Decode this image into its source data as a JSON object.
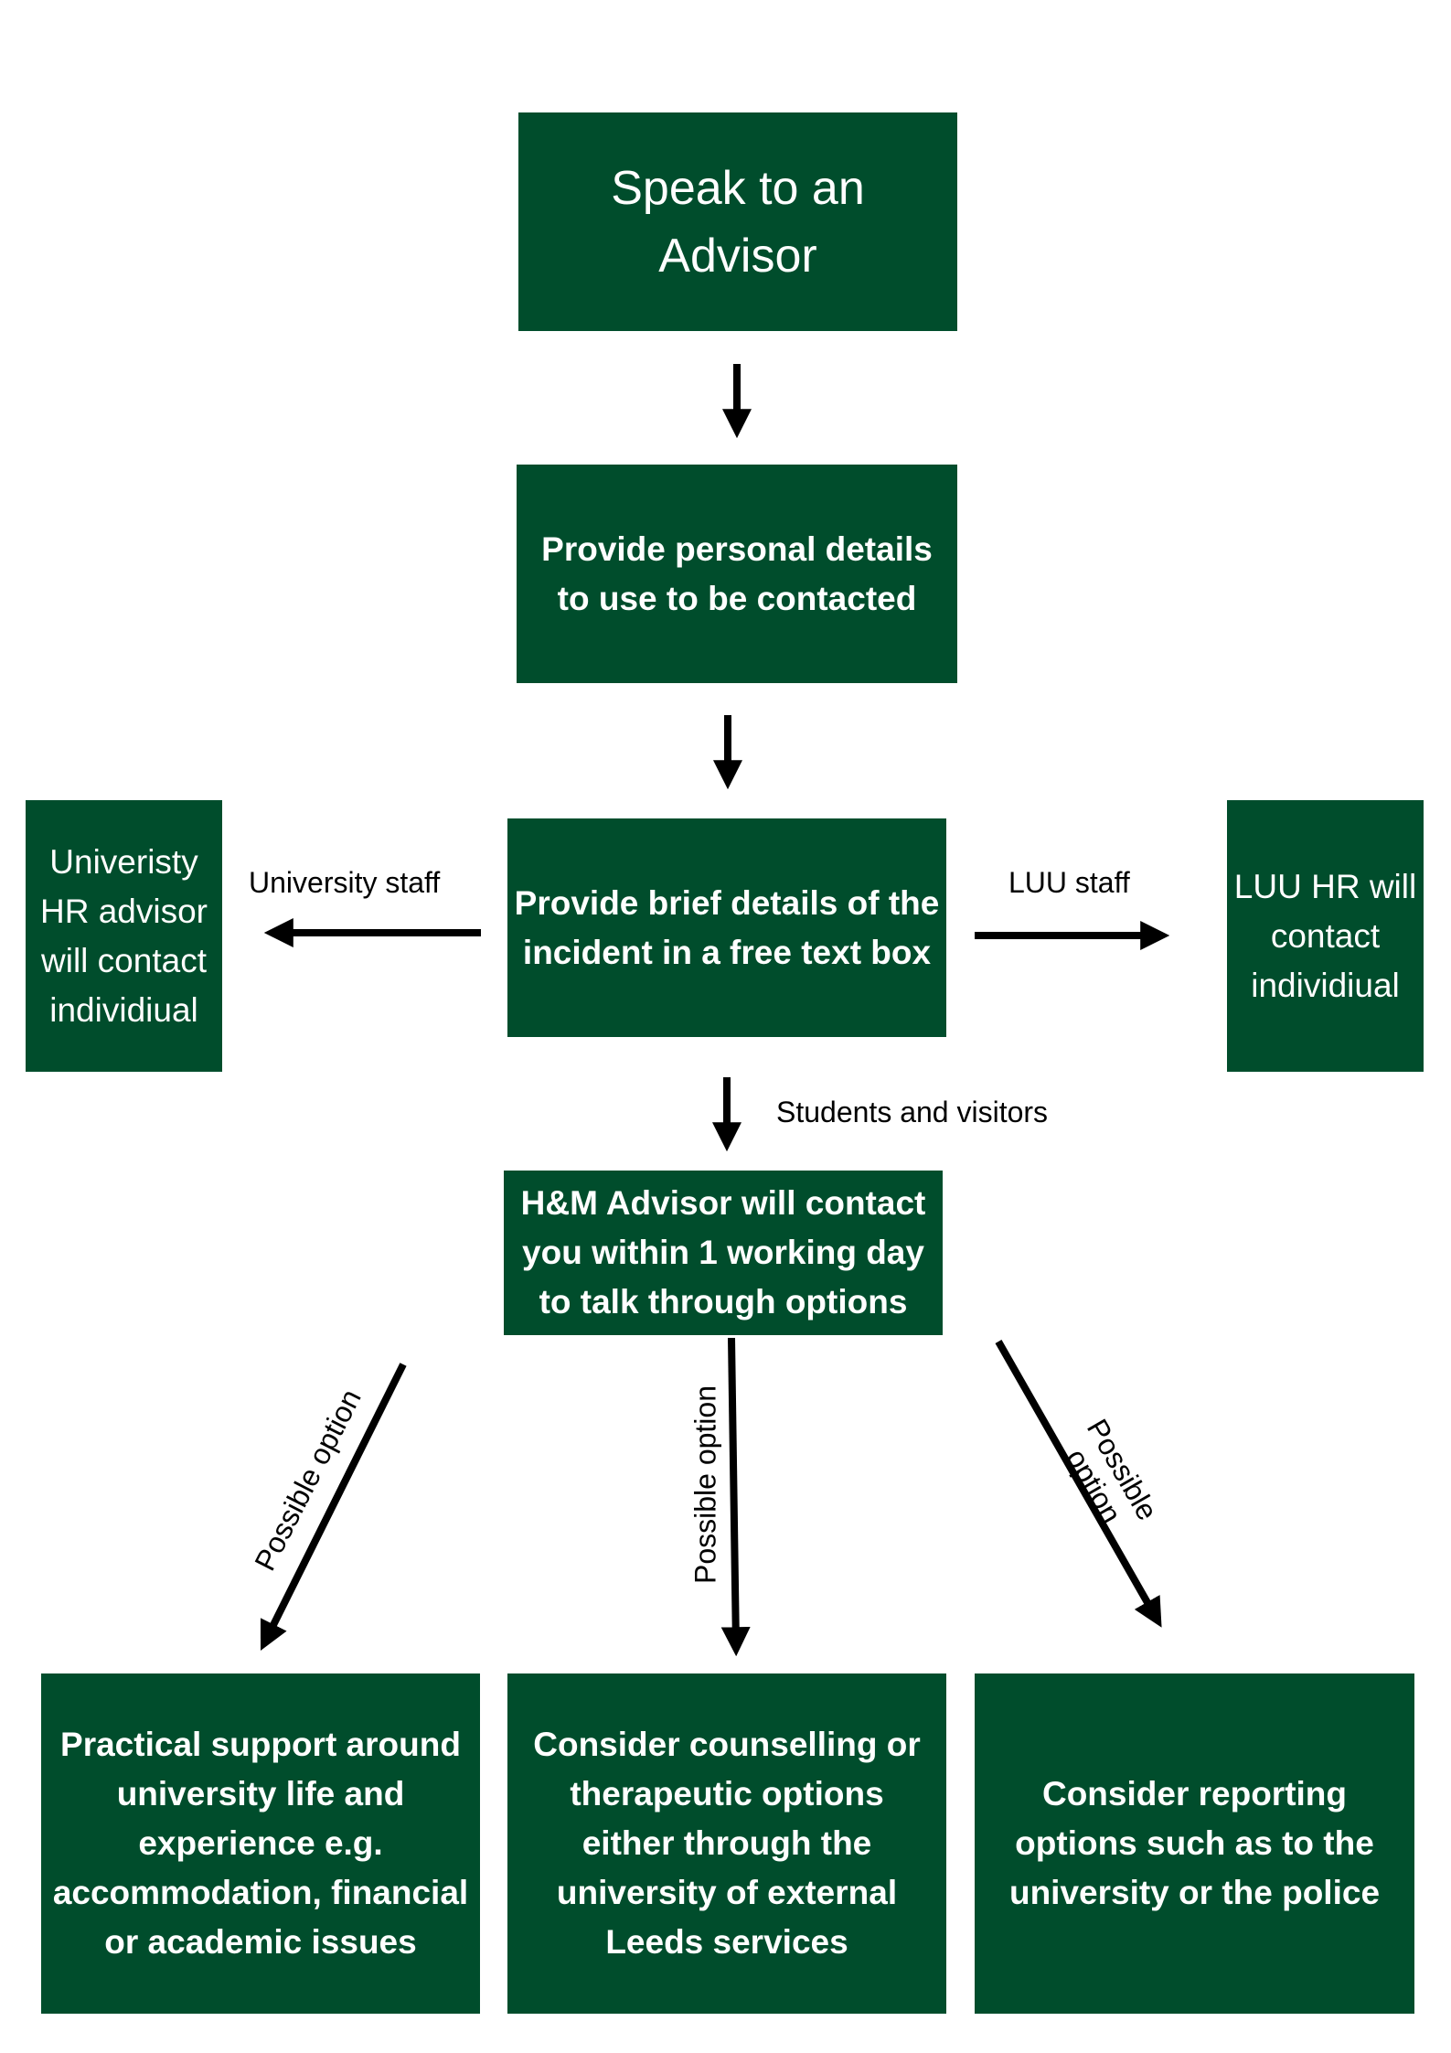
{
  "boxes": {
    "speak": "Speak to an Advisor",
    "personal": "Provide personal details to use to be contacted",
    "brief": "Provide brief details of the incident in a free text box",
    "univ_hr": "Univeristy HR advisor will contact individiual",
    "luu_hr": "LUU HR will contact individiual",
    "hm": "H&M Advisor will contact you within 1 working day to talk through options",
    "practical": "Practical support around university life and experience e.g. accommodation, financial or academic issues",
    "counselling": "Consider counselling or therapeutic options either through the university of external Leeds services",
    "reporting": "Consider reporting options such as to the university or the police"
  },
  "labels": {
    "university_staff": "University staff",
    "luu_staff": "LUU staff",
    "students_visitors": "Students and visitors",
    "option_left": "Possible option",
    "option_middle": "Possible option",
    "option_right_line1": "Possible",
    "option_right_line2": "option"
  },
  "colors": {
    "box_fill": "#004d2c",
    "box_text": "#ffffff",
    "arrow": "#000000"
  }
}
